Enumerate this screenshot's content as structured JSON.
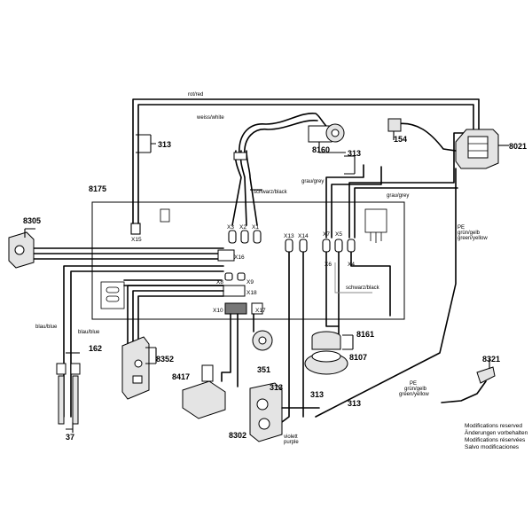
{
  "parts": {
    "p8021": "8021",
    "p313": "313",
    "p154": "154",
    "p8160": "8160",
    "p8175": "8175",
    "p8305": "8305",
    "p162": "162",
    "p8352": "8352",
    "p351": "351",
    "p8161": "8161",
    "p8107": "8107",
    "p8321": "8321",
    "p8417": "8417",
    "p8302": "8302",
    "p37": "37"
  },
  "connectors": {
    "x1": "X1",
    "x2": "X2",
    "x3": "X3",
    "x4": "X4",
    "x5": "X5",
    "x6": "X6",
    "x7": "X7",
    "x8": "X8",
    "x9": "X9",
    "x10": "X10",
    "x13": "X13",
    "x14": "X14",
    "x15": "X15",
    "x16": "X16",
    "x17": "X17",
    "x18": "X18"
  },
  "wire_colors": {
    "red": "rot/red",
    "white": "weiss/white",
    "black1": "schwarz/black",
    "grey1": "grau/grey",
    "grey2": "grau/grey",
    "black2": "schwarz/black",
    "blue1": "blau/blue",
    "blue2": "blau/blue",
    "pe1_a": "PE",
    "pe1_b": "grün/gelb",
    "pe1_c": "green/yellow",
    "pe2_a": "PE",
    "pe2_b": "grün/gelb",
    "pe2_c": "green/yellow",
    "violet_a": "violett",
    "violet_b": "purple"
  },
  "notes": [
    "Modifications reserved",
    "Änderungen vorbehalten",
    "Modifications réservées",
    "Salvo modificaciones"
  ]
}
